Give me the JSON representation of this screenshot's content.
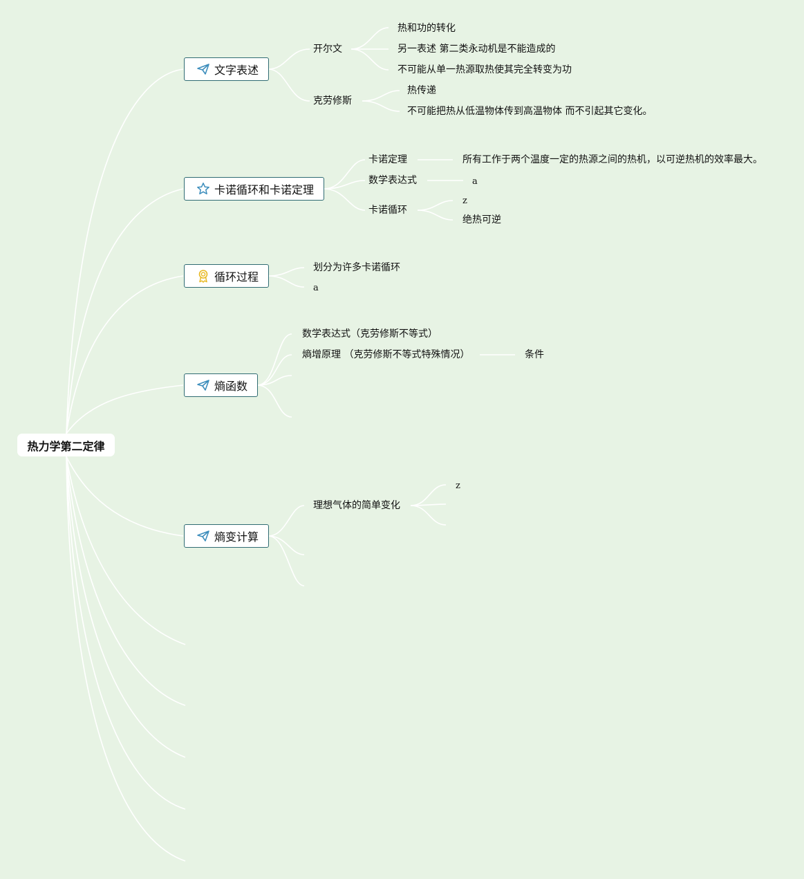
{
  "root": {
    "title": "热力学第二定律"
  },
  "branches": [
    {
      "label": "文字表述",
      "icon": "paper-plane-icon",
      "children": [
        {
          "label": "开尔文",
          "children": [
            "热和功的转化",
            "另一表述 第二类永动机是不能造成的",
            "不可能从单一热源取热使其完全转变为功"
          ]
        },
        {
          "label": "克劳修斯",
          "children": [
            "热传递",
            "不可能把热从低温物体传到高温物体 而不引起其它变化。"
          ]
        }
      ]
    },
    {
      "label": "卡诺循环和卡诺定理",
      "icon": "star-icon",
      "children": [
        {
          "label": "卡诺定理",
          "children": [
            "所有工作于两个温度一定的热源之间的热机，以可逆热机的效率最大。"
          ]
        },
        {
          "label": "数学表达式",
          "children": [
            "a"
          ]
        },
        {
          "label": "卡诺循环",
          "children": [
            "z",
            "绝热可逆"
          ]
        }
      ]
    },
    {
      "label": "循环过程",
      "icon": "award-ribbon-icon",
      "children": [
        {
          "label": "划分为许多卡诺循环"
        },
        {
          "label": "a"
        }
      ]
    },
    {
      "label": "熵函数",
      "icon": "paper-plane-icon",
      "children": [
        {
          "label": "数学表达式（克劳修斯不等式）"
        },
        {
          "label": "熵增原理 （克劳修斯不等式特殊情况）",
          "children": [
            "条件"
          ]
        }
      ]
    },
    {
      "label": "熵变计算",
      "icon": "paper-plane-icon",
      "children": [
        {
          "label": "理想气体的简单变化",
          "children": [
            "z"
          ]
        }
      ]
    }
  ],
  "colors": {
    "background": "#e7f3e4",
    "connector": "#ffffff",
    "node_border": "#2f6b72",
    "plane_icon": "#3c8dbc",
    "star_icon": "#3c8dbc",
    "award_icon": "#e8b923"
  }
}
